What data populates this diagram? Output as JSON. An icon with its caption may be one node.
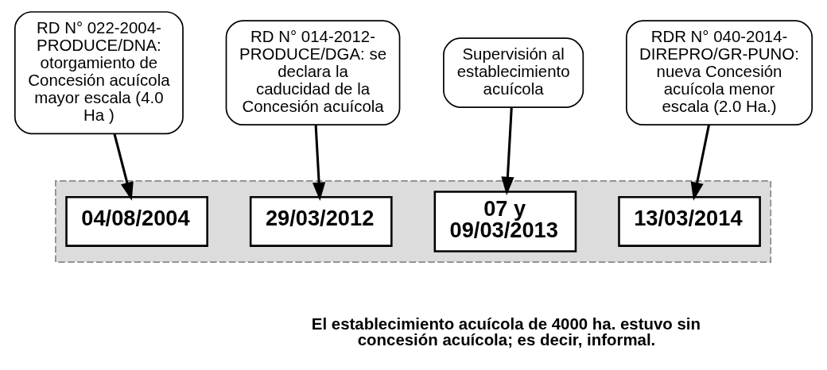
{
  "diagram": {
    "nodes": [
      {
        "text": [
          "RD N° 022-2004-PRODUCE/DNA: otorgamiento de Concesión acuícola mayor escala (4.0 Ha )"
        ]
      },
      {
        "text": [
          "RD N° 014-2012-PRODUCE/DGA: se declara la caducidad de la Concesión acuícola"
        ]
      },
      {
        "text": [
          "Supervisión al establecimiento acuícola"
        ]
      },
      {
        "text": [
          "RDR N° 040-2014-DIREPRO/GR-PUNO: nueva Concesión acuícola menor escala (2.0 Ha.)"
        ]
      },
      {
        "text": [],
        "shape": "arrow"
      },
      {
        "text": [
          "04/08/2004"
        ],
        "in": 4
      },
      {
        "text": [
          "29/03/2012"
        ],
        "in": 4
      },
      {
        "text": [
          "07 y 09/03/2013"
        ],
        "in": 4
      },
      {
        "text": [
          "13/03/2014"
        ],
        "in": 4
      }
    ],
    "edges": [
      {
        "from": 0,
        "to": 5,
        "arrow": "to"
      },
      {
        "from": 1,
        "to": 6,
        "arrow": "to"
      },
      {
        "from": 2,
        "to": 7,
        "arrow": "to"
      },
      {
        "from": 3,
        "to": 8,
        "arrow": "to"
      }
    ],
    "labels": [
      "El establecimiento acuícola de 4000 ha. estuvo sin concesión acuícola; es decir, informal."
    ]
  }
}
